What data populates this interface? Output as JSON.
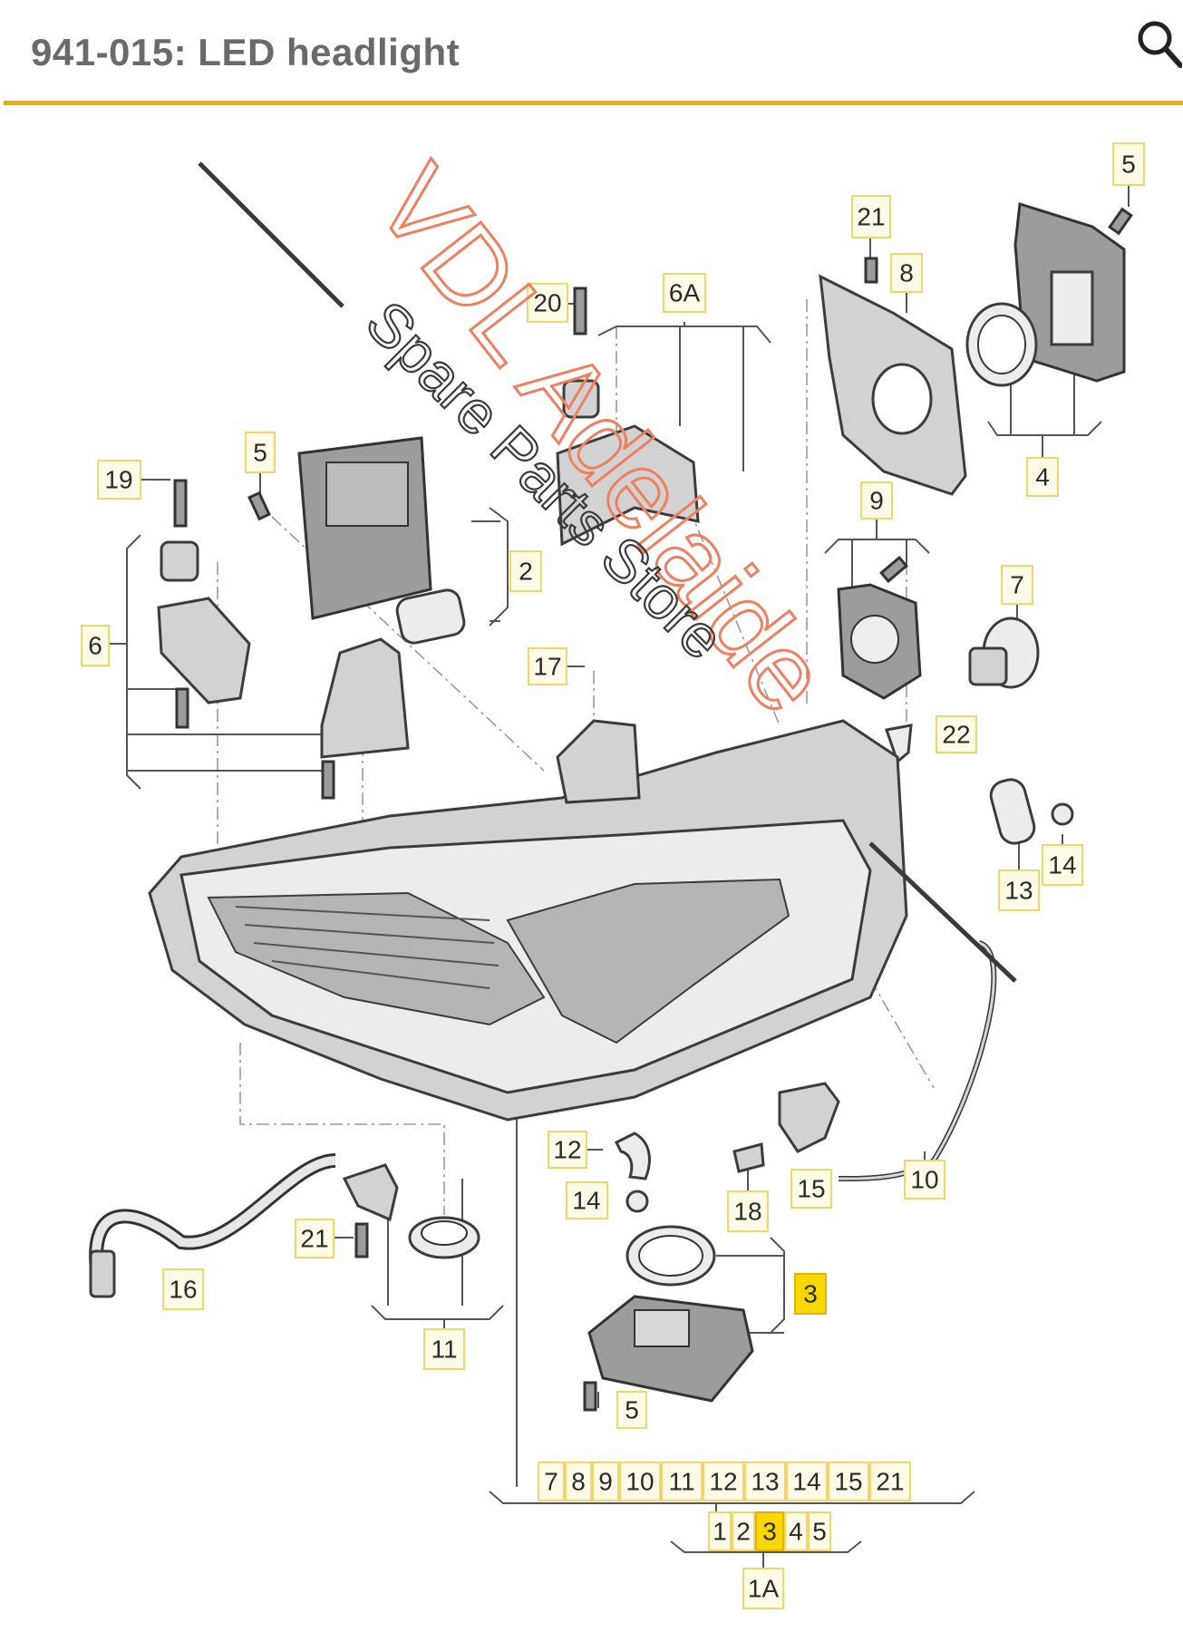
{
  "header": {
    "title": "941-015: LED headlight",
    "search_icon": "search-icon",
    "accent_color": "#e8b100"
  },
  "callouts": [
    "5",
    "21",
    "8",
    "20",
    "6A",
    "19",
    "5",
    "2",
    "4",
    "9",
    "6",
    "7",
    "17",
    "22",
    "14",
    "13",
    "12",
    "15",
    "10",
    "14",
    "18",
    "3",
    "21",
    "16",
    "11",
    "5"
  ],
  "index": {
    "row1": [
      "7",
      "8",
      "9",
      "10",
      "11",
      "12",
      "13",
      "14",
      "15",
      "21"
    ],
    "row2": [
      "1",
      "2",
      "3",
      "4",
      "5"
    ],
    "group_label": "1A",
    "highlight": "3"
  },
  "watermark": {
    "line1": "VDL Adelaide",
    "line2": "Spare Parts Store",
    "color": "#ee8060"
  },
  "colors": {
    "callout_bg": "#fffbe6",
    "callout_border": "#f2d66b",
    "highlight": "#f8d800"
  }
}
